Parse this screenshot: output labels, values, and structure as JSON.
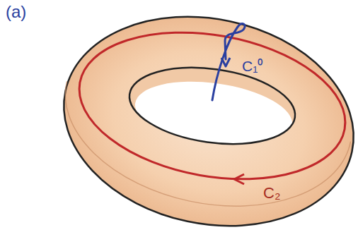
{
  "diagram": {
    "labels": [
      "(a)",
      "C₁⁰",
      "C₂"
    ]
  }
}
